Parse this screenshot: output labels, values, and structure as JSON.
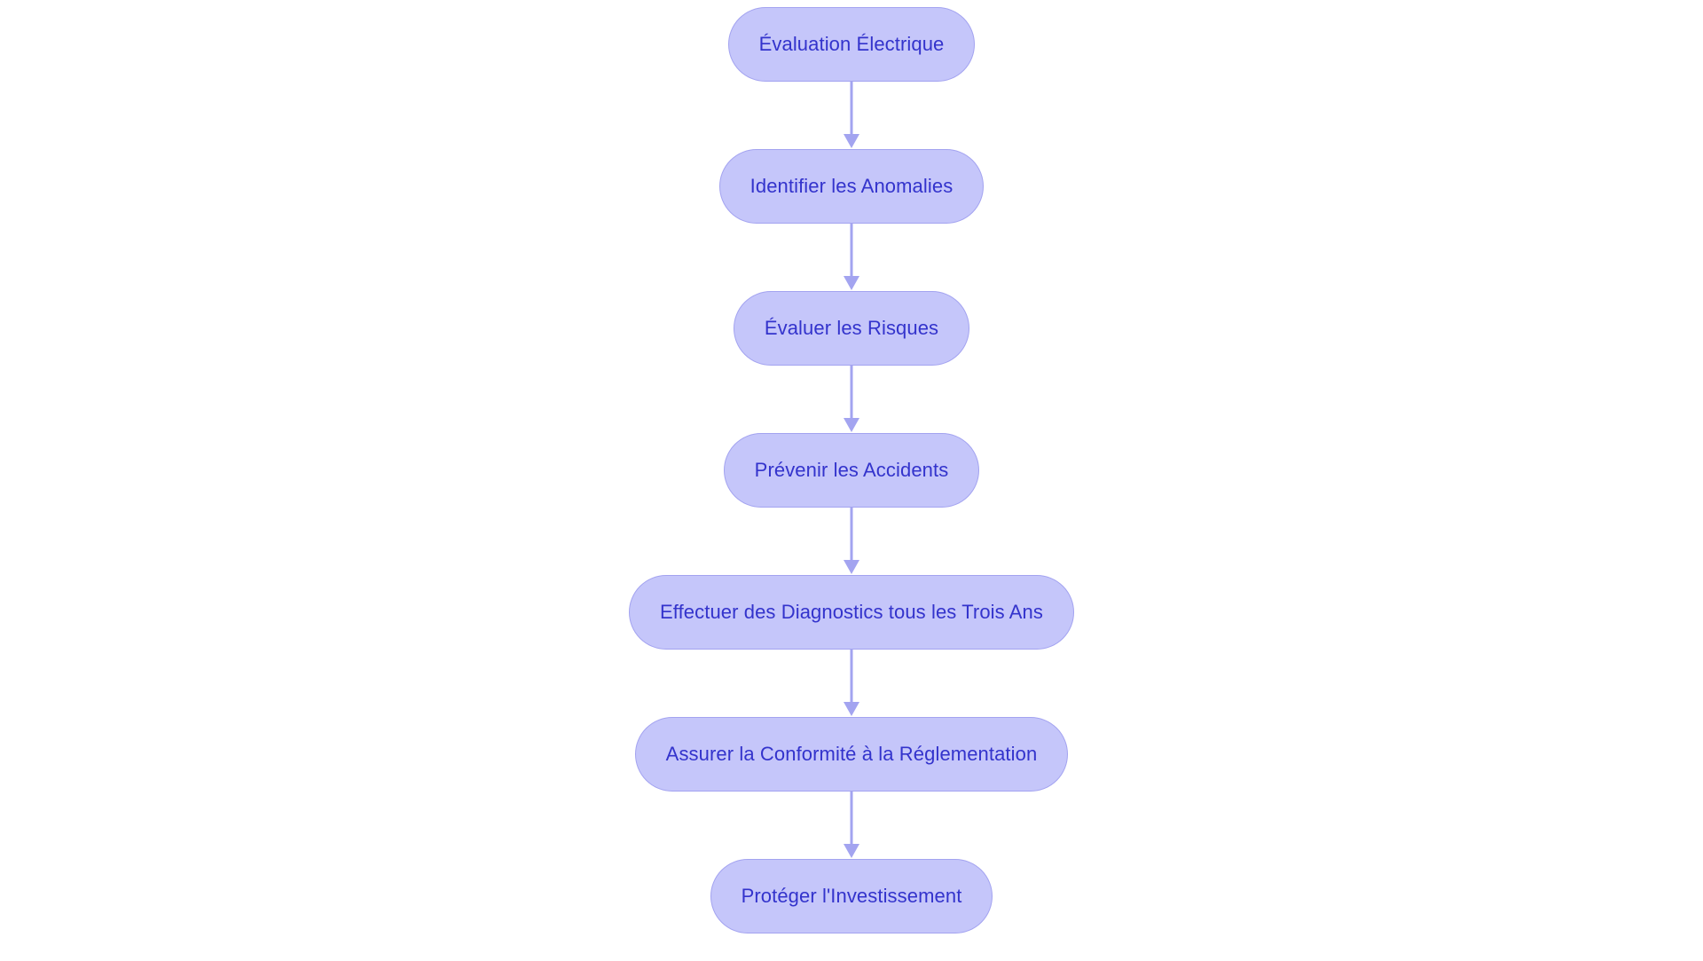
{
  "chart_data": {
    "type": "diagram",
    "diagram_type": "flowchart",
    "orientation": "vertical-top-to-bottom",
    "title": "",
    "background_color": "#ffffff",
    "node_fill_color": "#c5c6fa",
    "node_border_color": "#a3a3f0",
    "node_text_color": "#3333cc",
    "connector_color": "#a3a4f0",
    "node_shape": "stadium",
    "node_count": 7,
    "edge_count": 6,
    "nodes": [
      {
        "id": "n1",
        "label": "Évaluation Électrique"
      },
      {
        "id": "n2",
        "label": "Identifier les Anomalies"
      },
      {
        "id": "n3",
        "label": "Évaluer les Risques"
      },
      {
        "id": "n4",
        "label": "Prévenir les Accidents"
      },
      {
        "id": "n5",
        "label": "Effectuer des Diagnostics tous les Trois Ans"
      },
      {
        "id": "n6",
        "label": "Assurer la Conformité à la Réglementation"
      },
      {
        "id": "n7",
        "label": "Protéger l'Investissement"
      }
    ],
    "edges": [
      {
        "from": "n1",
        "to": "n2",
        "label": "",
        "arrow": "down-arrow"
      },
      {
        "from": "n2",
        "to": "n3",
        "label": "",
        "arrow": "down-arrow"
      },
      {
        "from": "n3",
        "to": "n4",
        "label": "",
        "arrow": "down-arrow"
      },
      {
        "from": "n4",
        "to": "n5",
        "label": "",
        "arrow": "down-arrow"
      },
      {
        "from": "n5",
        "to": "n6",
        "label": "",
        "arrow": "down-arrow"
      },
      {
        "from": "n6",
        "to": "n7",
        "label": "",
        "arrow": "down-arrow"
      }
    ]
  },
  "flowchart": {
    "nodes": [
      {
        "label": "Évaluation Électrique"
      },
      {
        "label": "Identifier les Anomalies"
      },
      {
        "label": "Évaluer les Risques"
      },
      {
        "label": "Prévenir les Accidents"
      },
      {
        "label": "Effectuer des Diagnostics tous les Trois Ans"
      },
      {
        "label": "Assurer la Conformité à la Réglementation"
      },
      {
        "label": "Protéger l'Investissement"
      }
    ]
  }
}
